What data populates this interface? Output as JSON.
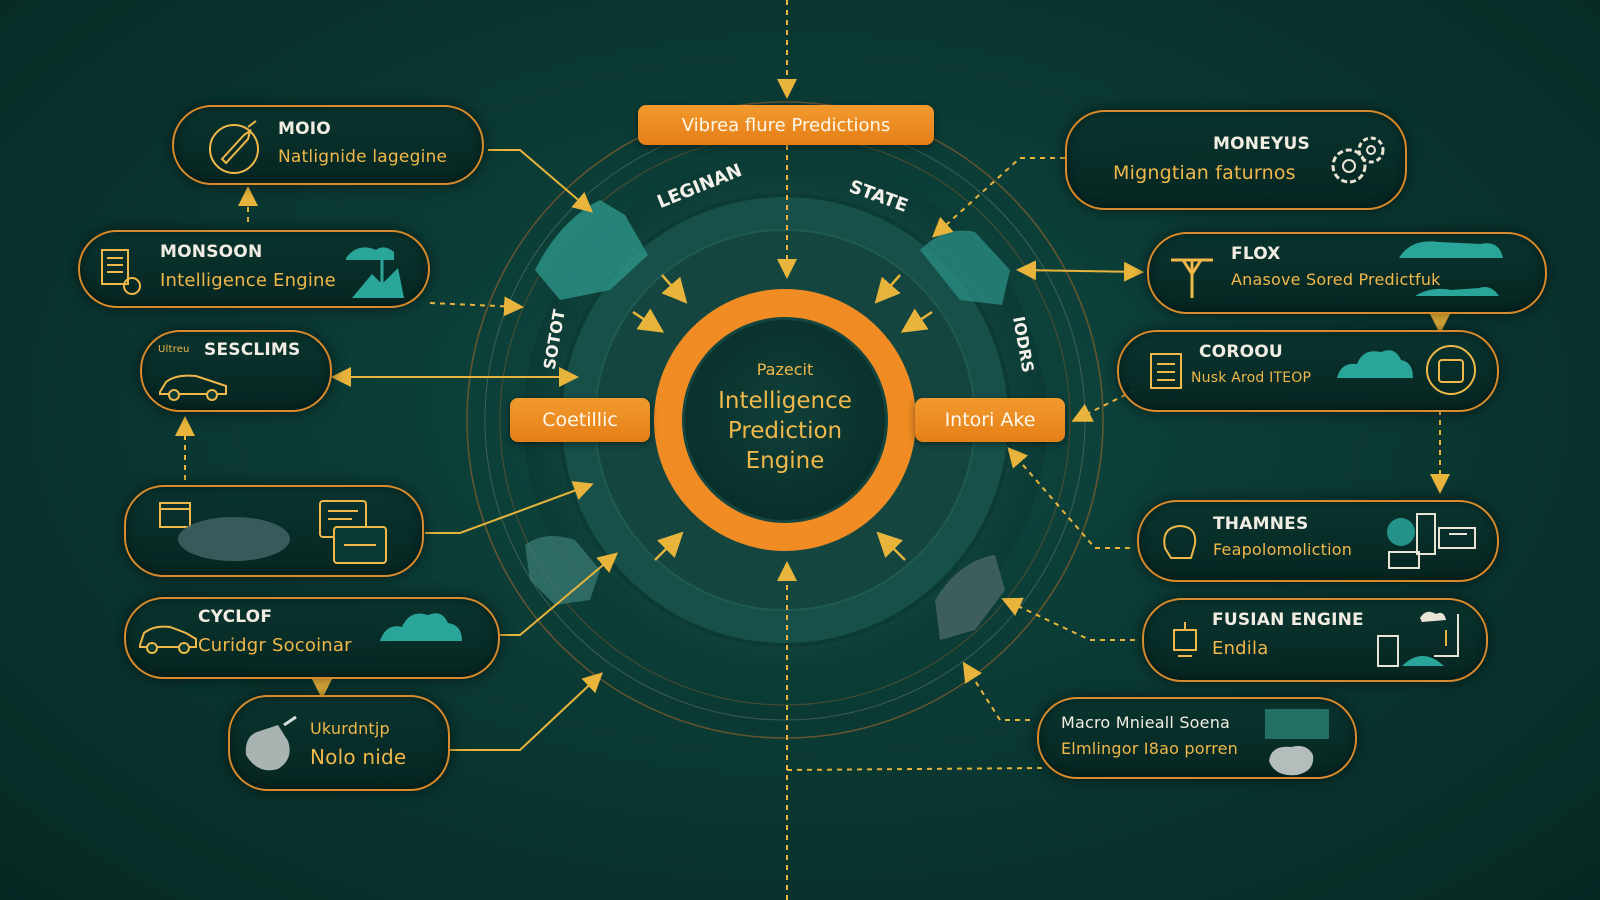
{
  "colors": {
    "background": "#0b3a34",
    "accent_orange": "#f08c23",
    "node_border": "#d98a2a",
    "title_text": "#f1ede2",
    "subtitle_text": "#f0b84a",
    "teal_icon": "#2aa59a"
  },
  "top_banner": "Vibrea flure Predictions",
  "center": {
    "small": "Pazecit",
    "line1": "Intelligence",
    "line2": "Prediction",
    "line3": "Engine"
  },
  "left_pill": "Coetillic",
  "right_pill": "Intori Ake",
  "ring_words": {
    "top_left": "LEGINAN",
    "top_right": "STATE",
    "left": "SOTOT",
    "right": "IODRS"
  },
  "nodes": {
    "moio": {
      "title": "MOIO",
      "subtitle": "Natlignide lagegine",
      "icon": "rocket-icon"
    },
    "monsoon": {
      "title": "MONSOON",
      "subtitle": "Intelligence Engine",
      "icon": "document-icon"
    },
    "sesclims": {
      "title": "SESCLIMS",
      "prefix": "Ultreu",
      "icon": "car-icon"
    },
    "blank": {
      "icon": "calendar-cards-icon"
    },
    "cyclof": {
      "title": "CYCLOF",
      "subtitle": "Curidgr Socoinar",
      "icon": "car-icon"
    },
    "ukurdntjp": {
      "title": "Ukurdntjp",
      "subtitle": "Nolo nide",
      "icon": "stone-icon"
    },
    "moneyus": {
      "title": "MONEYUS",
      "subtitle": "Migngtian faturnos",
      "icon": "gears-icon"
    },
    "flox": {
      "title": "FLOX",
      "subtitle": "Anasove Sored Predictfuk",
      "icon": "windmill-icon"
    },
    "coroou": {
      "title": "COROOU",
      "subtitle": "Nusk Arod ITEOP",
      "icon": "tablet-icon"
    },
    "thamnes": {
      "title": "THAMNES",
      "subtitle": "Feapolomoliction",
      "icon": "head-icon"
    },
    "fusian": {
      "title": "FUSIAN ENGINE",
      "subtitle": "Endila",
      "icon": "factory-icon"
    },
    "macro": {
      "title": "Macro Mnieall Soena",
      "subtitle": "Elmlingor I8ao porren",
      "icon": "rock-icon"
    }
  }
}
